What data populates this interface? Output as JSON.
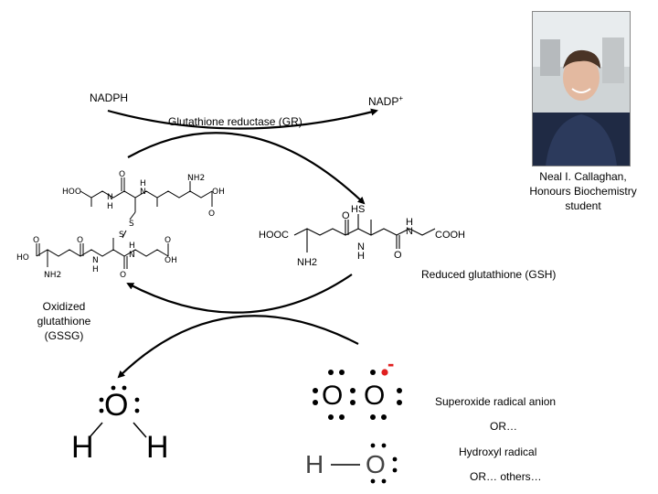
{
  "labels": {
    "nadph": "NADPH",
    "nadp_plus": "NADP",
    "nadp_plus_sup": "+",
    "enzyme": "Glutathione reductase (GR)",
    "person_name": "Neal I. Callaghan,",
    "person_role1": "Honours Biochemistry",
    "person_role2": "student",
    "reduced": "Reduced glutathione (GSH)",
    "oxidized_l1": "Oxidized",
    "oxidized_l2": "glutathione",
    "oxidized_l3": "(GSSG)",
    "superoxide": "Superoxide radical anion",
    "or1": "OR…",
    "hydroxyl": "Hydroxyl radical",
    "or2": "OR… others…"
  },
  "gssg_atoms": {
    "hooc_left": "HOO",
    "n1": "N",
    "h1": "H",
    "o1": "O",
    "h2": "H",
    "n2": "N",
    "nh2_top": "NH2",
    "oh_top": "OH",
    "o_top": "O",
    "s1": "S",
    "s2": "S",
    "ho_bottom": "HO",
    "o_b1": "O",
    "o_b2": "O",
    "n_b1": "N",
    "h_b1": "H",
    "n_b2": "H",
    "n_b2b": "N",
    "oh_bottom": "OH",
    "nh2_bottom": "NH2",
    "o_b3": "O",
    "o_b4": "O"
  },
  "gsh_atoms": {
    "hs": "HS",
    "hooc": "HOOC",
    "o1": "O",
    "h1": "H",
    "n1": "N",
    "nh2": "NH2",
    "n2": "N",
    "h2": "H",
    "o2": "O",
    "cooh": "COOH"
  },
  "water": {
    "o": "O",
    "h1": "H",
    "h2": "H"
  },
  "superoxide_struct": {
    "o1": "O",
    "o2": "O",
    "charge": "-"
  },
  "hydroxyl_struct": {
    "h": "H",
    "o": "O"
  },
  "colors": {
    "radical_dot": "#e02020",
    "arrow": "#000000"
  }
}
